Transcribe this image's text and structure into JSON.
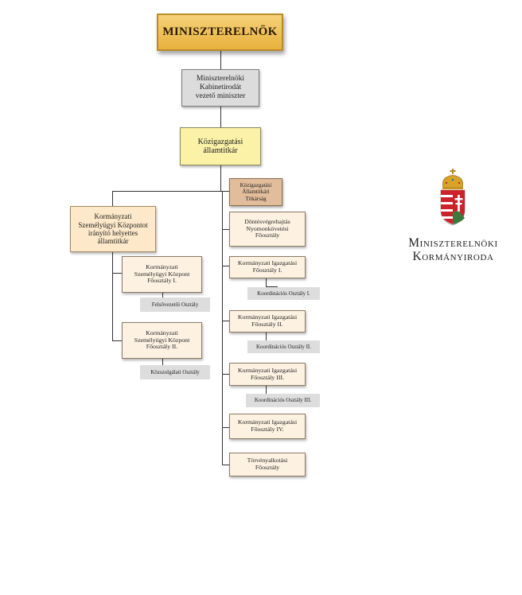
{
  "org": {
    "pm": "MINISZTERELNÖK",
    "kabinet": "Miniszterelnöki\nKabinetirodát\nvezető miniszter",
    "kozig": "Közigazgatási\nállamtitkár",
    "titkarsag": "Közigazgatási\nÁllamtitkári\nTitkárság",
    "deputy": "Kormányzati\nSzemélyügyi Központot\nirányító helyettes\nállamtitkár",
    "left_depts": [
      "Kormányzati\nSzemélyügyi Központ\nFőosztály I.",
      "Kormányzati\nSzemélyügyi Központ\nFőosztály II."
    ],
    "left_units": [
      "Felsővezetői Osztály",
      "Közszolgálati Osztály"
    ],
    "right_depts": [
      "Döntésvégrehajtás\nNyomonkövetési\nFőosztály",
      "Kormányzati Igazgatási\nFőosztály I.",
      "Kormányzati Igazgatási\nFőosztály II.",
      "Kormányzati Igazgatási\nFőosztály III.",
      "Kormányzati Igazgatási\nFőosztály IV.",
      "Törvényalkotási\nFőosztály"
    ],
    "right_units": [
      "Koordinációs Osztály I.",
      "Koordinációs Osztály II.",
      "Koordinációs Osztály III."
    ]
  },
  "logo": {
    "line1": "Miniszterelnöki",
    "line2": "Kormányiroda"
  },
  "colors": {
    "pm_fill": "#e7b13d",
    "kabinet_fill": "#dcdcdc",
    "kozig_fill": "#fbf2a8",
    "titkarsag_fill": "#e2bd9b",
    "deputy_fill": "#fde8c9",
    "dept_fill": "#fdf2e2",
    "unit_fill": "#dddddd",
    "shield_red": "#cc2229",
    "shield_green": "#3c7a3c",
    "crown_gold": "#d9a32a"
  }
}
